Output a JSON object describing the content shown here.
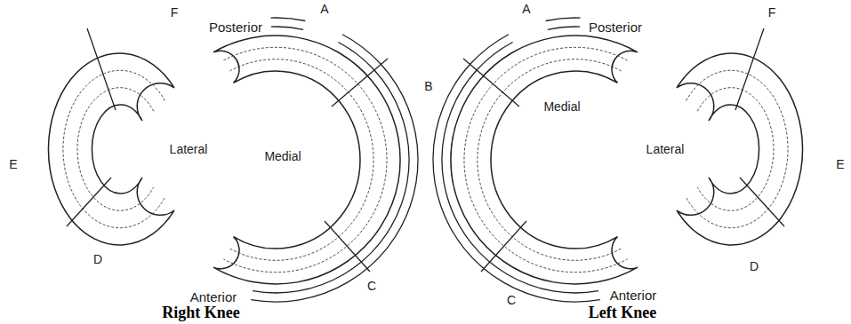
{
  "diagram": {
    "labels": [
      "F",
      "Posterior",
      "A",
      "A",
      "Posterior",
      "F",
      "B",
      "Medial",
      "E",
      "Lateral",
      "Medial",
      "Lateral",
      "E",
      "D",
      "C",
      "C",
      "Anterior",
      "D",
      "Anterior",
      "Right Knee",
      "Left Knee"
    ]
  }
}
